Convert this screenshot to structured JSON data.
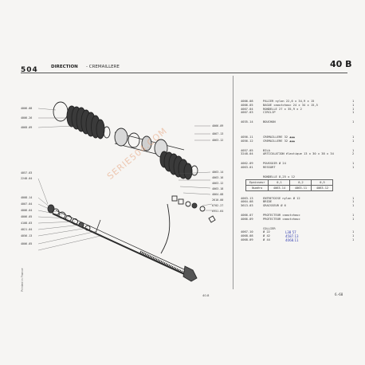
{
  "header": {
    "brand": "504",
    "title": "DIRECTION",
    "subtitle": "- CREMAILLERE",
    "page_code": "40 B"
  },
  "watermark": "SERIE504.COM",
  "diagram_callouts": [
    {
      "id": "c1",
      "text": "4006.08"
    },
    {
      "id": "c2",
      "text": "4006.26"
    },
    {
      "id": "c3",
      "text": "4068.09"
    },
    {
      "id": "c4",
      "text": "4057.03"
    },
    {
      "id": "c5",
      "text": "2248.04"
    },
    {
      "id": "c6",
      "text": "4008.14"
    },
    {
      "id": "c7",
      "text": "4007.04"
    },
    {
      "id": "c8",
      "text": "4006.04"
    },
    {
      "id": "c9",
      "text": "4006.05"
    },
    {
      "id": "c10",
      "text": "4108.03"
    },
    {
      "id": "c11",
      "text": "4021.04"
    },
    {
      "id": "c12",
      "text": "4056.13"
    },
    {
      "id": "c13",
      "text": "4006.05"
    },
    {
      "id": "c14",
      "text": "4066.09"
    },
    {
      "id": "c15",
      "text": "4067.13"
    },
    {
      "id": "c16",
      "text": "4063.12"
    },
    {
      "id": "c17",
      "text": "4063.14"
    },
    {
      "id": "c18",
      "text": "4063.16"
    },
    {
      "id": "c19",
      "text": "4063.12"
    },
    {
      "id": "c20",
      "text": "4063.18"
    },
    {
      "id": "c21",
      "text": "4064.08"
    },
    {
      "id": "c22",
      "text": "2610.00"
    },
    {
      "id": "c23",
      "text": "6702.27"
    },
    {
      "id": "c24",
      "text": "6951.64"
    }
  ],
  "parts": {
    "group1": [
      {
        "ref": "4006.08",
        "desc": "PALIER nylon 22,6 x 34,9 x 15",
        "qty": "1"
      },
      {
        "ref": "4006.05",
        "desc": "BAGUE caoutchouc 24 x 34 x 15,5",
        "qty": "1"
      },
      {
        "ref": "4007.04",
        "desc": "RONDELLE 27 x 35,9 x 2",
        "qty": "1"
      },
      {
        "ref": "4007.03",
        "desc": "CIRCLIP",
        "qty": "1"
      }
    ],
    "group2": [
      {
        "ref": "4035.14",
        "desc": "BOUCHON",
        "qty": "1"
      }
    ],
    "group3": [
      {
        "ref": "4056.11",
        "desc": "CREMAILLERE 32 ▲▲▲",
        "qty": "1"
      },
      {
        "ref": "4056.12",
        "desc": "CREMAILLERE 32 ▲▲▲",
        "qty": "1"
      }
    ],
    "group4": [
      {
        "ref": "4057.05",
        "desc": "BILA",
        "qty": "1"
      },
      {
        "ref": "3248.04",
        "desc": "ARTICULATION élastique 13 x 30 x 38 x 34",
        "qty": "2"
      }
    ],
    "group5": [
      {
        "ref": "4062.09",
        "desc": "POUSSOIR Ø 24",
        "qty": "1"
      },
      {
        "ref": "4063.01",
        "desc": "RESSORT",
        "qty": "1"
      }
    ],
    "group6_title": "RONDELLE 8,25 x 12",
    "choice_table": {
      "rows": [
        [
          "Epaisseur",
          "0,1",
          "0,2",
          "0,5"
        ],
        [
          "Numéro",
          "4063.14",
          "4063.11",
          "4063.12"
        ]
      ]
    },
    "group7": [
      {
        "ref": "4063.13",
        "desc": "ENTRETOISE nylon Ø 12",
        "qty": "1"
      },
      {
        "ref": "4064.08",
        "desc": "BRIDE",
        "qty": "1"
      },
      {
        "ref": "3613.03",
        "desc": "GRAISSEUR Ø 6",
        "qty": "1"
      }
    ],
    "group8": [
      {
        "ref": "4066.07",
        "desc": "PROTECTEUR caoutchouc",
        "qty": "1"
      },
      {
        "ref": "4066.09",
        "desc": "PROTECTEUR caoutchouc",
        "qty": "1"
      }
    ],
    "group9_title": "COLLIER",
    "group9": [
      {
        "ref": "4067.10",
        "desc": "Ø 22",
        "qty": "1"
      },
      {
        "ref": "4068.08",
        "desc": "Ø 42",
        "qty": "1"
      },
      {
        "ref": "4068.09",
        "desc": "Ø 44",
        "qty": "1"
      }
    ],
    "handwritten": [
      "L38 57",
      "4587.13",
      "4068.11"
    ]
  },
  "footer": {
    "printed": "Printed in France",
    "page": "40.8",
    "date": "6.-68"
  }
}
